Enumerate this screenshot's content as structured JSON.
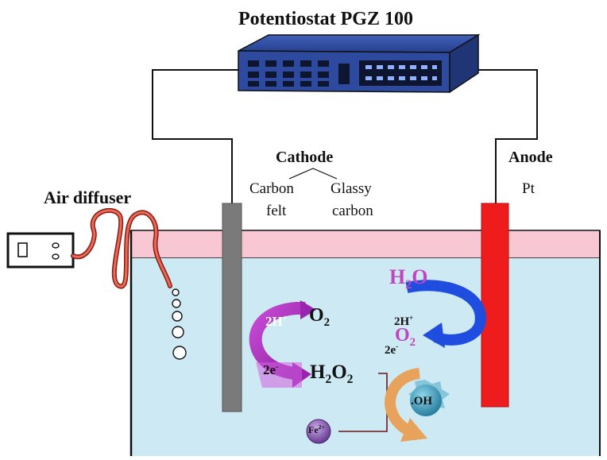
{
  "labels": {
    "title": "Potentiostat PGZ 100",
    "cathode": "Cathode",
    "carbon": "Carbon",
    "felt": "felt",
    "glassy": "Glassy",
    "carbon2": "carbon",
    "anode": "Anode",
    "pt": "Pt",
    "air_diffuser": "Air diffuser"
  },
  "chemistry": {
    "h2o": {
      "base": "H",
      "sub": "2",
      "tail": "O"
    },
    "o2_right": {
      "base": "O",
      "sub": "2"
    },
    "two_h_plus_right": {
      "base": "2H",
      "sup": "+"
    },
    "two_e_right": {
      "base": "2e",
      "sup": "-"
    },
    "two_h_plus_left": {
      "base": "2H",
      "sup": "+"
    },
    "o2_left": {
      "base": "O",
      "sub": "2"
    },
    "two_e_left": {
      "base": "2e",
      "sup": "-"
    },
    "h2o2": {
      "base": "H",
      "sub1": "2",
      "mid": "O",
      "sub2": "2"
    },
    "oh_radical": ".OH",
    "fe2": {
      "base": "Fe",
      "sup": "2+"
    }
  },
  "colors": {
    "solution": "#cde9f3",
    "foam_layer": "#f7c7d3",
    "cathode_rod": "#7a7a7a",
    "anode_rod": "#ee1c1c",
    "potentiostat": "#2d4a9f",
    "arrow_blue": "#1e4de0",
    "arrow_magenta": "#b12ec2",
    "air_tube": "#d83a32",
    "oh_sphere": "#2a8fb0",
    "fe_sphere": "#7b4aa8",
    "arc_orange": "#e7a35c"
  }
}
